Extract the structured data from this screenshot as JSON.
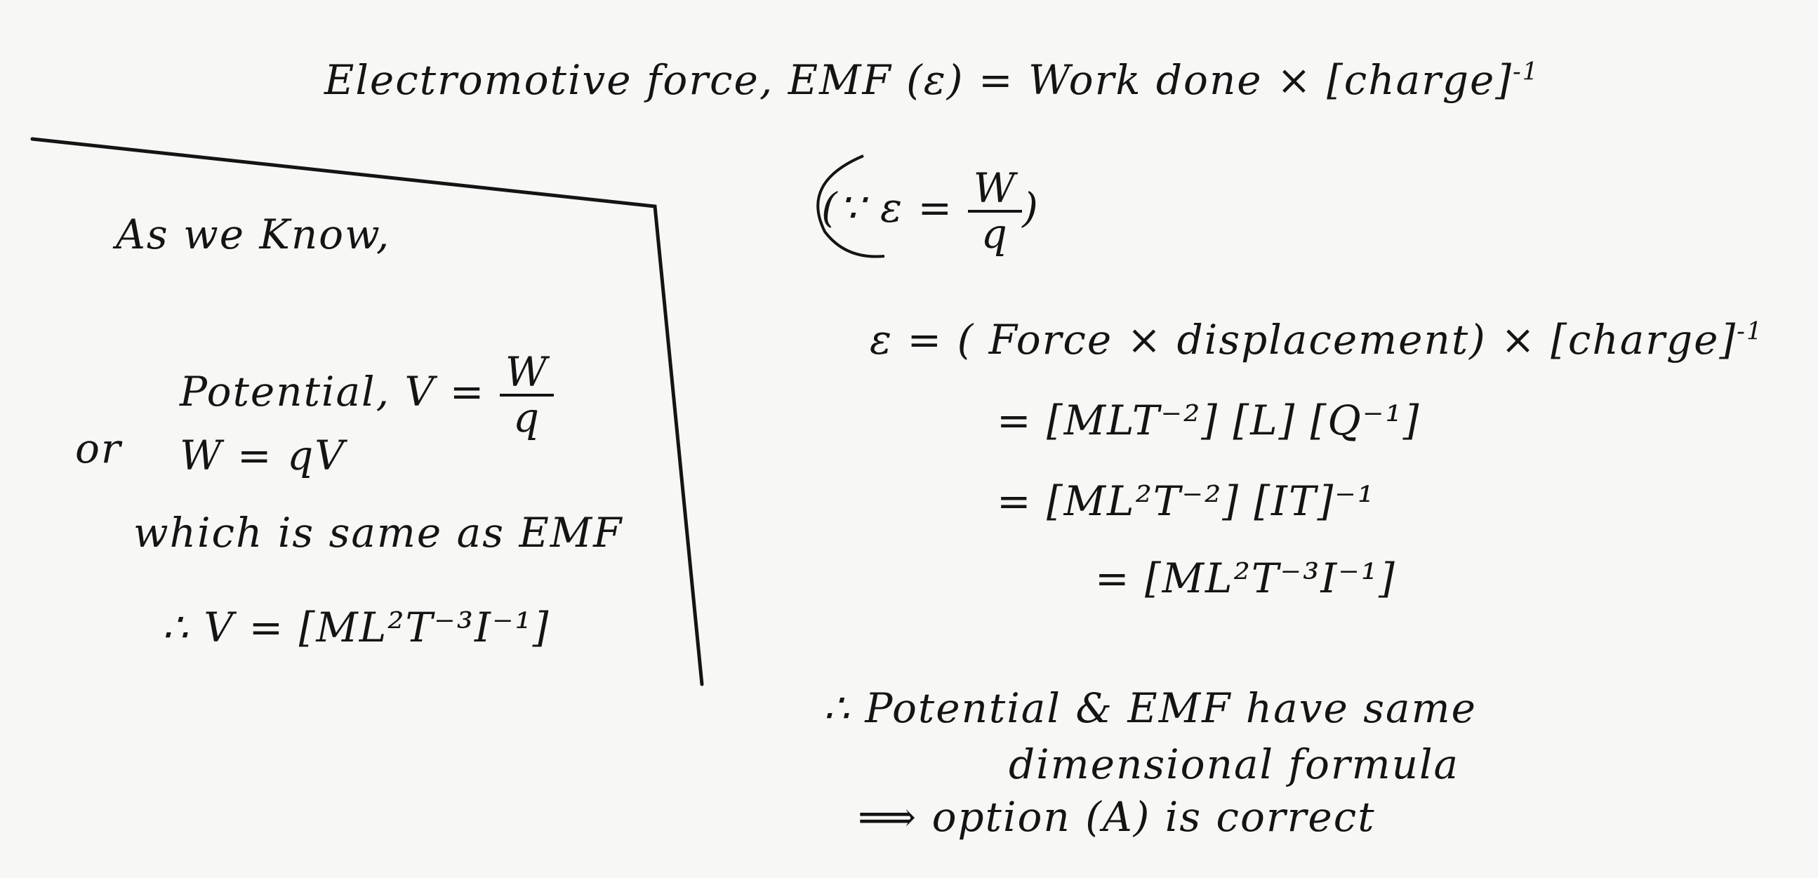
{
  "heading": {
    "lhs": "Electromotive force, EMF (ε) = Work done × [charge]",
    "exp": "-1"
  },
  "since": {
    "open": "(∵ ε = ",
    "num": "W",
    "den": "q",
    "close": ")"
  },
  "box": {
    "line1": "As  we Know,",
    "potential_label": "Potential, V = ",
    "potential_num": "W",
    "potential_den": "q",
    "or_label": "or",
    "work_eq": "W = qV",
    "which": "which is same as EMF",
    "result": "∴ V = [ML²T⁻³I⁻¹]"
  },
  "derivation": {
    "step1": "ε  =  ( Force × displacement) × [charge]",
    "step1_exp": "-1",
    "step2": "=   [MLT⁻²] [L] [Q⁻¹]",
    "step3": "=   [ML²T⁻²] [IT]⁻¹",
    "step4": "=  [ML²T⁻³I⁻¹]"
  },
  "conclusion": {
    "line1": "∴ Potential & EMF have same",
    "line2": "dimensional formula",
    "line3": "⟹ option (A) is correct"
  }
}
